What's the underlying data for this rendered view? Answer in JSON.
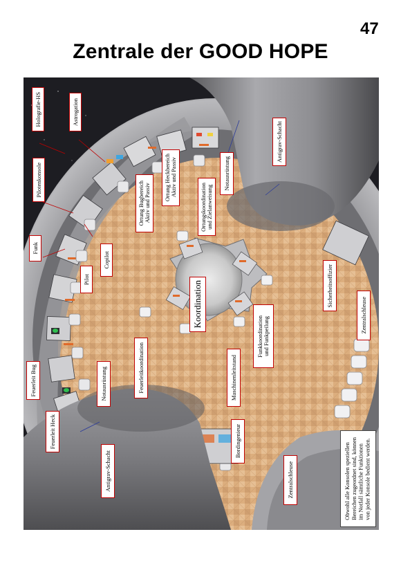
{
  "page": {
    "number": "47",
    "title_main": "Zentrale der ",
    "title_ship": "GOOD HOPE"
  },
  "labels": {
    "holografie": "Holografie-HS",
    "astrogation": "Astrogation",
    "antigrav_schacht_top": "Antigrav-Schacht",
    "pilotenkonsole": "Pilotenkonsole",
    "ortung_bug": "Ortung Bugbereich\nAktiv und Passiv",
    "ortung_heck": "Ortung Heckbereich\nAktiv und Passiv",
    "notausruestung_top": "Notausrüstung",
    "ortung_koord": "Ortungskoordination\nund Zielanweisung",
    "funk": "Funk",
    "copilot": "Copilot",
    "pilot": "Pilot",
    "koordination": "Koordination",
    "sicherheitsoffizier": "Sicherheitsoffizier",
    "zentralschleuse_right": "Zentralschleuse",
    "funkkoordination": "Funkkoordination\nund Funkpeilung",
    "feuerleitkoordination": "Feuerleitkoordination",
    "maschinenleitstand": "Maschinenleitstand",
    "feuerleit_bug": "Feuerleit Bug",
    "notausruestung_left": "Notausrüstung",
    "feuerleit_heck": "Feuerleit Heck",
    "antigrav_schacht_bottom": "Antigrav-Schacht",
    "bordingenieur": "Bordingenieur",
    "zentralschleuse_bottom": "Zentralschleuse"
  },
  "note": "Obwohl alle Konsolen speziellen\nBereichen zugeordnet sind, können\nim Notfall sämtliche Funktionen\nvon jeder Konsole bedient werden."
}
